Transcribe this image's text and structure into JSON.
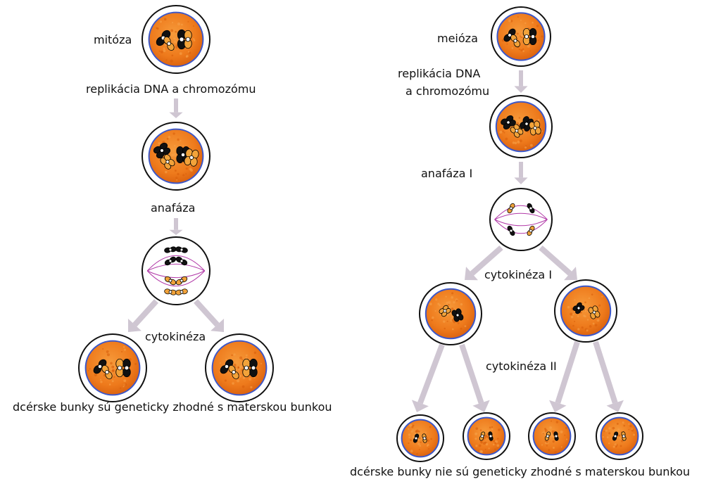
{
  "colors": {
    "nucleus": "#ee7a1c",
    "nucleus_dark": "#d85f0c",
    "nucleus_light": "#f7a24a",
    "membrane": "#3b57c9",
    "arrow": "#cfc6d2",
    "spindle": "#b23aa8",
    "chromosome_dark": "#111111",
    "chromosome_orange": "#f2a33a"
  },
  "mitosis": {
    "title": "mitóza",
    "step_replication": "replikácia DNA a chromozómu",
    "step_anaphase": "anafáza",
    "step_cytokinesis": "cytokinéza",
    "result": "dcérske bunky sú geneticky zhodné s materskou bunkou"
  },
  "meiosis": {
    "title": "meióza",
    "step_replication_line1": "replikácia DNA",
    "step_replication_line2": "a chromozómu",
    "step_anaphase": "anafáza I",
    "step_cytokinesis1": "cytokinéza I",
    "step_cytokinesis2": "cytokinéza II",
    "result": "dcérske bunky nie sú geneticky zhodné s materskou bunkou"
  }
}
